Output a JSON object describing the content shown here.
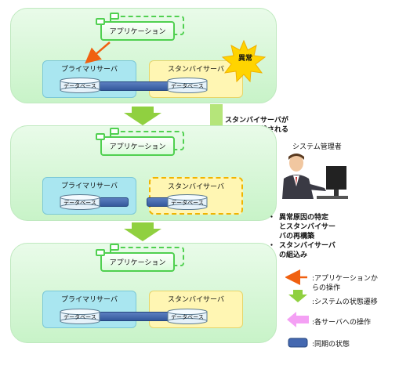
{
  "labels": {
    "application": "アプリケーション",
    "primary_server": "プライマリサーバ",
    "standby_server": "スタンバイサーバ",
    "database": "データベース",
    "failure": "異常",
    "switchover_line1": "スタンバイサーバが",
    "switchover_line2": "自動で切り離される",
    "admin": "システム管理者"
  },
  "steps": [
    "異常原因の特定",
    "とスタンバイサー",
    "バの再構築",
    "スタンバイサーバ",
    "の組込み"
  ],
  "legend": {
    "app_op_line1": ":アプリケーションか",
    "app_op_line2": "らの操作",
    "transition": ":システムの状態遷移",
    "server_op": ":各サーバへの操作",
    "sync": ":同期の状態"
  },
  "colors": {
    "app_arrow": "#f06010",
    "transition_arrow": "#90d040",
    "server_op_arrow": "#f4a0f4",
    "sync": "#4468b0",
    "failure_burst": "#ffd400"
  }
}
